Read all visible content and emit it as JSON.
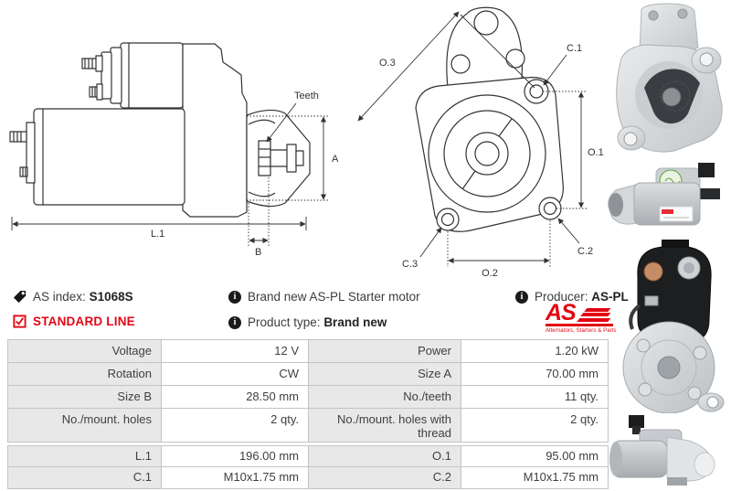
{
  "info": {
    "as_index": {
      "label": "AS index:",
      "value": "S1068S"
    },
    "standard_line": "STANDARD LINE",
    "description": "Brand new AS-PL Starter motor",
    "product_type": {
      "label": "Product type:",
      "value": "Brand new"
    },
    "producer": {
      "label": "Producer:",
      "value": "AS-PL"
    },
    "logo": {
      "text": "AS",
      "tagline": "Alternators, Starters & Parts"
    }
  },
  "diagrams": {
    "side_view": {
      "teeth": "Teeth",
      "dim_a": "A",
      "dim_l1": "L.1",
      "dim_b": "B"
    },
    "front_view": {
      "dim_o3": "O.3",
      "dim_c1": "C.1",
      "dim_o1": "O.1",
      "dim_c2": "C.2",
      "dim_c3": "C.3",
      "dim_o2": "O.2"
    }
  },
  "spec_table": {
    "electrical_rows": [
      {
        "l1": "Voltage",
        "v1": "12 V",
        "l2": "Power",
        "v2": "1.20 kW"
      },
      {
        "l1": "Rotation",
        "v1": "CW",
        "l2": "Size A",
        "v2": "70.00 mm"
      },
      {
        "l1": "Size B",
        "v1": "28.50 mm",
        "l2": "No./teeth",
        "v2": "11 qty."
      },
      {
        "l1": "No./mount. holes",
        "v1": "2 qty.",
        "l2": "No./mount. holes with thread",
        "v2": "2 qty."
      }
    ],
    "dimension_rows": [
      {
        "l1": "L.1",
        "v1": "196.00 mm",
        "l2": "O.1",
        "v2": "95.00 mm"
      },
      {
        "l1": "C.1",
        "v1": "M10x1.75 mm",
        "l2": "C.2",
        "v2": "M10x1.75 mm"
      }
    ]
  },
  "colors": {
    "accent_red": "#e30613",
    "table_label_bg": "#e8e8e8",
    "table_border": "#c4c4c4",
    "drawing_line": "#333333"
  }
}
